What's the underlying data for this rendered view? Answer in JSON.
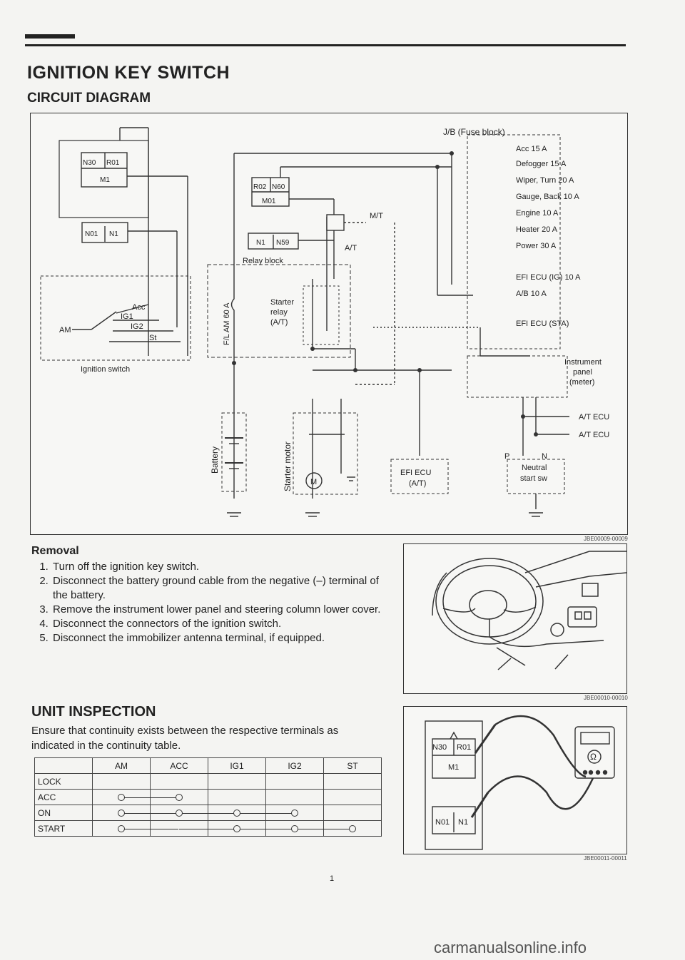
{
  "header": {
    "title": "IGNITION KEY SWITCH",
    "subtitle": "CIRCUIT DIAGRAM"
  },
  "circuit": {
    "fuse_block_label": "J/B (Fuse block)",
    "fuses": [
      "Acc 15 A",
      "Defogger 15 A",
      "Wiper, Turn 20 A",
      "Gauge, Back 10 A",
      "Engine 10 A",
      "Heater 20 A",
      "Power 30 A",
      "EFI ECU (IG) 10 A",
      "A/B 10 A",
      "EFI ECU (STA)"
    ],
    "connector1": [
      "N30",
      "R01",
      "M1"
    ],
    "connector2": [
      "N01",
      "N1"
    ],
    "connector3": [
      "R02",
      "N60",
      "M01"
    ],
    "connector4": [
      "N1",
      "N59"
    ],
    "mt_label": "M/T",
    "at_label": "A/T",
    "relay_block_label": "Relay block",
    "fusible_link_label": "F/L AM 60 A",
    "starter_relay_label": [
      "Starter",
      "relay",
      "(A/T)"
    ],
    "switch_terminals": [
      "Acc",
      "IG1",
      "IG2",
      "St",
      "AM"
    ],
    "ignition_switch_label": "Ignition switch",
    "battery_label": "Battery",
    "starter_motor_label": "Starter motor",
    "motor_symbol": "M",
    "instrument_label": [
      "Instrument",
      "panel",
      "(meter)"
    ],
    "at_ecu_labels": [
      "A/T ECU",
      "A/T ECU"
    ],
    "efi_ecu_label": [
      "EFI ECU",
      "(A/T)"
    ],
    "neutral_label": [
      "Neutral",
      "start sw"
    ],
    "pn_labels": [
      "P",
      "N"
    ],
    "code": "JBE00009-00009"
  },
  "removal": {
    "heading": "Removal",
    "steps": [
      "Turn off the ignition key switch.",
      "Disconnect the battery ground cable from the negative (–) terminal of the battery.",
      "Remove the instrument lower panel and steering column lower cover.",
      "Disconnect the connectors of the ignition switch.",
      "Disconnect the immobilizer antenna terminal, if equipped."
    ]
  },
  "photo1": {
    "code": "JBE00010-00010"
  },
  "photo2": {
    "code": "JBE00011-00011",
    "connector_top": [
      "N30",
      "R01",
      "M1"
    ],
    "connector_bottom": [
      "N01",
      "N1"
    ],
    "meter_symbol": "Ω"
  },
  "inspection": {
    "heading": "UNIT INSPECTION",
    "text": "Ensure that continuity exists between the respective terminals as indicated in the continuity table.",
    "columns": [
      "AM",
      "ACC",
      "IG1",
      "IG2",
      "ST"
    ],
    "rows": [
      {
        "label": "LOCK",
        "connected": []
      },
      {
        "label": "ACC",
        "connected": [
          0,
          1
        ]
      },
      {
        "label": "ON",
        "connected": [
          0,
          1,
          2,
          3
        ]
      },
      {
        "label": "START",
        "connected": [
          0,
          2,
          3,
          4
        ]
      }
    ]
  },
  "page_number": "1",
  "watermark": "carmanualsonline.info"
}
